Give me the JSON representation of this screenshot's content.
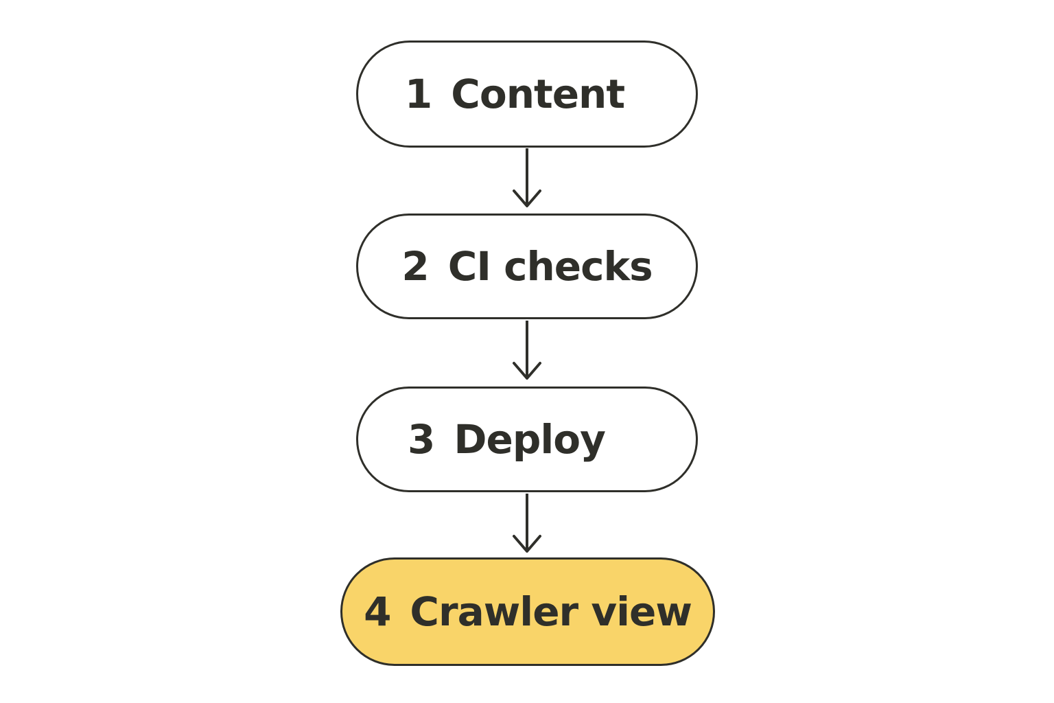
{
  "colors": {
    "stroke": "#2f2f2a",
    "default_fill": "#ffffff",
    "highlight_fill": "#f9d469"
  },
  "steps": [
    {
      "number": "1",
      "label": "Content",
      "highlighted": false
    },
    {
      "number": "2",
      "label": "CI checks",
      "highlighted": false
    },
    {
      "number": "3",
      "label": "Deploy",
      "highlighted": false
    },
    {
      "number": "4",
      "label": "Crawler view",
      "highlighted": true
    }
  ]
}
